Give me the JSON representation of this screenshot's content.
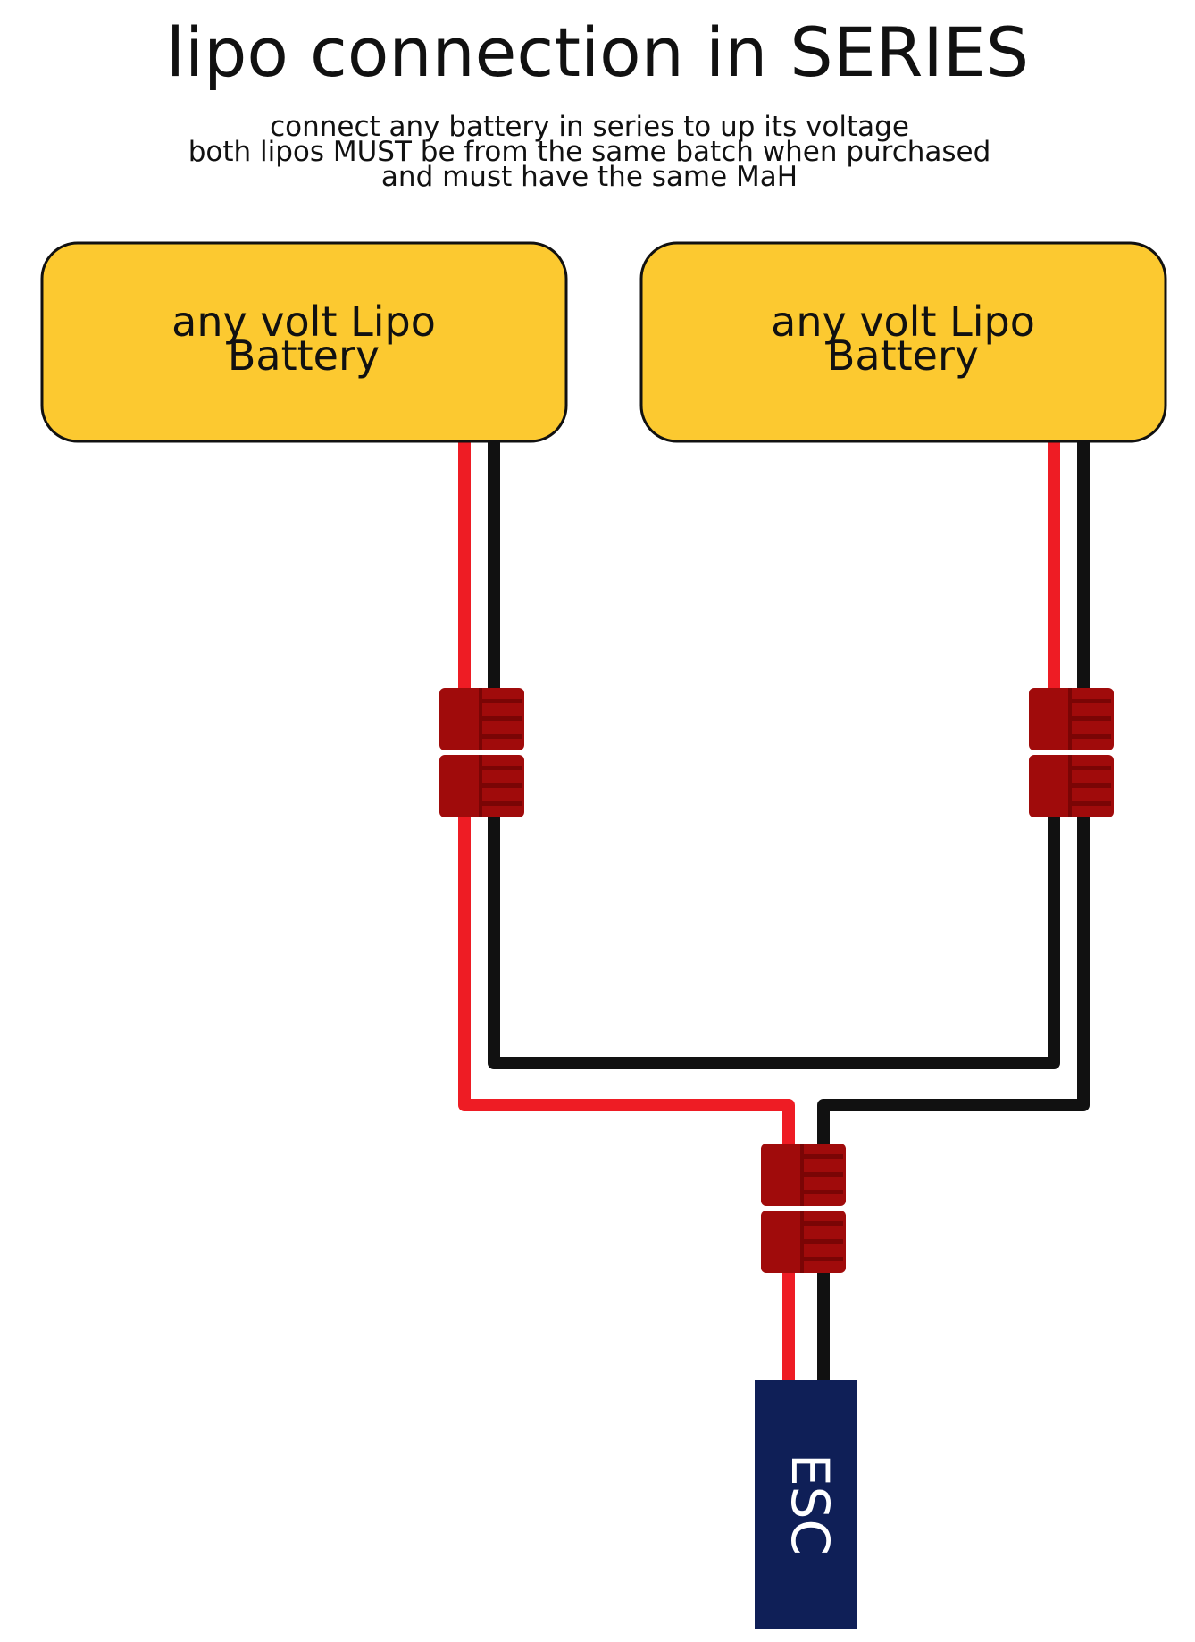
{
  "title": {
    "main": "lipo connection in",
    "highlight": "SERIES"
  },
  "subtitle": {
    "line1": "connect any battery in series to up its voltage",
    "line2": "both lipos MUST be from the same batch when purchased",
    "line3": "and must have the same MaH"
  },
  "batteries": [
    {
      "line1": "any volt Lipo",
      "line2": "Battery"
    },
    {
      "line1": "any volt Lipo",
      "line2": "Battery"
    }
  ],
  "esc": {
    "label": "ESC"
  },
  "colors": {
    "highlight": "#ee1c24",
    "battery_fill": "#fcc930",
    "wire_red": "#ee1c24",
    "wire_black": "#111111",
    "connector": "#a00b0b",
    "connector_dark": "#7a0505",
    "esc_fill": "#0f1f57"
  }
}
